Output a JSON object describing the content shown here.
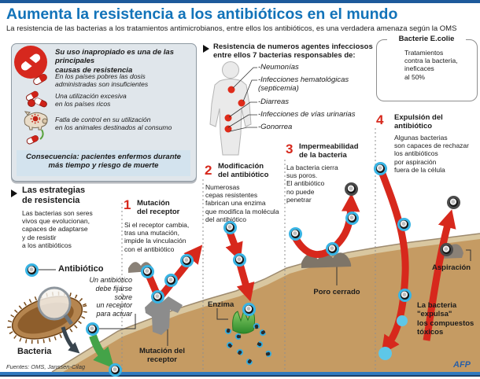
{
  "colors": {
    "accent_blue": "#1273b9",
    "alert_red": "#d7281c",
    "ground_tan": "#c59b63",
    "antibiotic_cyan": "#39b4e4",
    "arrow_green": "#44a348"
  },
  "header": {
    "title": "Aumenta la resistencia a los antibióticos en el mundo",
    "subtitle": "La resistencia de las bacterias a los tratamientos antimicrobianos, entre ellos los antibióticos, es una verdadera amenaza según la OMS"
  },
  "misuse_box": {
    "intro": "Su uso inapropiado es una de las principales\ncausas de resistencia",
    "items": [
      "En los países pobres las dosis\nadministradas son insuficientes",
      "Una utilización excesiva\nen los países ricos",
      "Fatla de control en su utilización\nen los animales destinados al consumo"
    ],
    "consequence": "Consecuencia: pacientes enfermos durante\nmás tiempo y riesgo de muerte"
  },
  "infectious_agents": {
    "heading": "Resistencia de numeros agentes infecciosos\nentre ellos 7 bacterias responsables de:",
    "diseases": [
      "-Neumonías",
      "-Infecciones hematológicas\n(septicemia)",
      "-Diarreas",
      "-Infecciones de vías urinarias",
      "-Gonorrea"
    ]
  },
  "ecoli_box": {
    "title": "Bacterie E.colie",
    "text": "Tratamientos\ncontra la bacteria,\nineficaces\nal 50%"
  },
  "strategies": {
    "heading": "Las estrategias\nde resistencia",
    "body": "Las bacterias son seres\nvivos que evolucionan,\ncapaces de adaptarse\ny de resistir\na los antibióticos",
    "antibiotic_label": "Antibiótico",
    "bacteria_label": "Bacteria",
    "receptor_note": "Un antibiótico\ndebe fijarse\nsobre\nun receptor\npara actuar"
  },
  "steps": [
    {
      "number": "1",
      "title": "Mutación\ndel receptor",
      "text": "Si el receptor cambia,\ntras una mutación,\nimpide la vinculación\ncon el antibiótico",
      "caption": "Mutación del\nreceptor"
    },
    {
      "number": "2",
      "title": "Modificación\ndel antibiótico",
      "text": "Numerosas\ncepas resistentes\nfabrican una enzima\nque modifica la molécula\ndel antibiótico",
      "caption": "Enzima"
    },
    {
      "number": "3",
      "title": "Impermeabilidad\nde la bacteria",
      "text": "La bacteria cierra\nsus poros.\nEl antibiótico\nno puede\npenetrar",
      "caption": "Poro cerrado"
    },
    {
      "number": "4",
      "title": "Expulsión del\nantibiótico",
      "text": "Algunas bacterias\nson capaces de rechazar\nlos antibióticos\npor aspiración\nfuera de la célula",
      "caption_pore": "Aspiración",
      "caption_expulsion": "La bacteria\n\"expulsa\"\nlos compuestos\ntóxicos"
    }
  ],
  "footer": {
    "sources": "Fuentes: OMS, Janssen-Cilag",
    "credit": "AFP"
  }
}
